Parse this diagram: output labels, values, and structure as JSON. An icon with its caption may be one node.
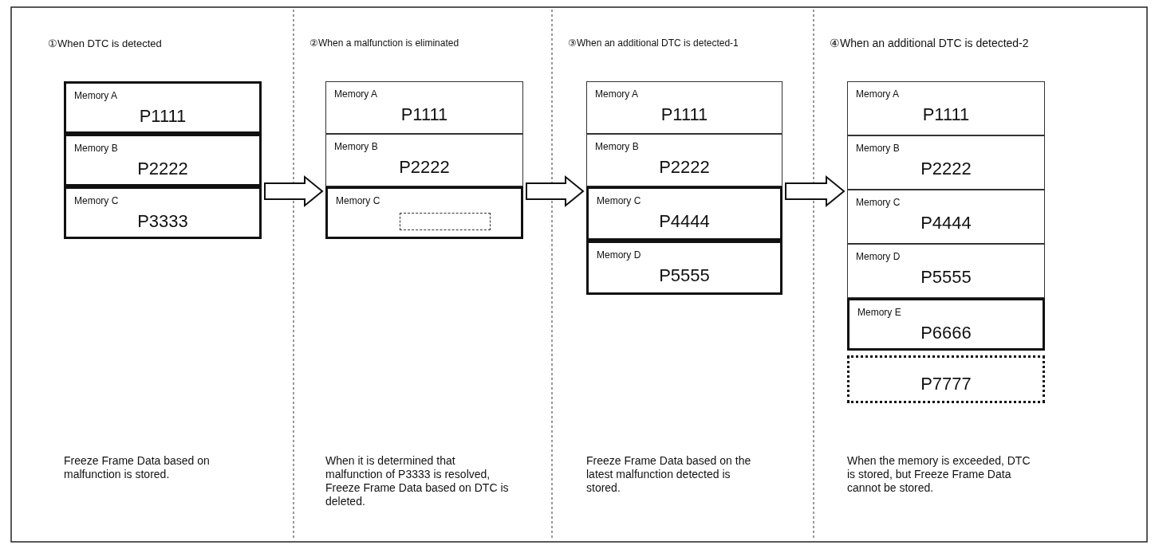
{
  "diagram": {
    "nodes": [
      {
        "text": [
          "Memory A",
          "P1111"
        ]
      },
      {
        "text": [
          "Memory B",
          "P2222"
        ]
      },
      {
        "text": [
          "Memory C",
          "P3333"
        ]
      },
      {
        "text": [
          "Memory A",
          "P1111"
        ]
      },
      {
        "text": [
          "Memory B",
          "P2222"
        ]
      },
      {
        "text": [
          "Memory C"
        ]
      },
      {
        "text": [],
        "shape": "box",
        "in": 5
      },
      {
        "text": [
          "Memory A",
          "P1111"
        ]
      },
      {
        "text": [
          "Memory B",
          "P2222"
        ]
      },
      {
        "text": [
          "Memory C",
          "P4444"
        ]
      },
      {
        "text": [
          "Memory D",
          "P5555"
        ]
      },
      {
        "text": [
          "Memory A",
          "P1111"
        ]
      },
      {
        "text": [
          "Memory B",
          "P2222"
        ]
      },
      {
        "text": [
          "Memory C",
          "P4444"
        ]
      },
      {
        "text": [
          "Memory D",
          "P5555"
        ]
      },
      {
        "text": [
          "Memory E",
          "P6666"
        ]
      },
      {
        "text": [
          "P7777"
        ]
      }
    ],
    "edges": [
      {
        "from": 2,
        "to": 5,
        "arrow": "to"
      },
      {
        "from": 5,
        "to": 9,
        "arrow": "to"
      },
      {
        "from": 9,
        "to": 13,
        "arrow": "to"
      }
    ],
    "labels": [
      "①When DTC is detected",
      "②When a malfunction is eliminated",
      "③When an additional DTC is detected-1",
      "④When an additional DTC is detected-2",
      "Freeze Frame Data based on malfunction is stored.",
      "When it is determined that malfunction of P3333 is resolved, Freeze Frame Data based on DTC is deleted.",
      "Freeze Frame Data based on the latest malfunction detected is stored.",
      "When the memory is exceeded, DTC is stored, but Freeze Frame Data cannot be stored."
    ]
  }
}
